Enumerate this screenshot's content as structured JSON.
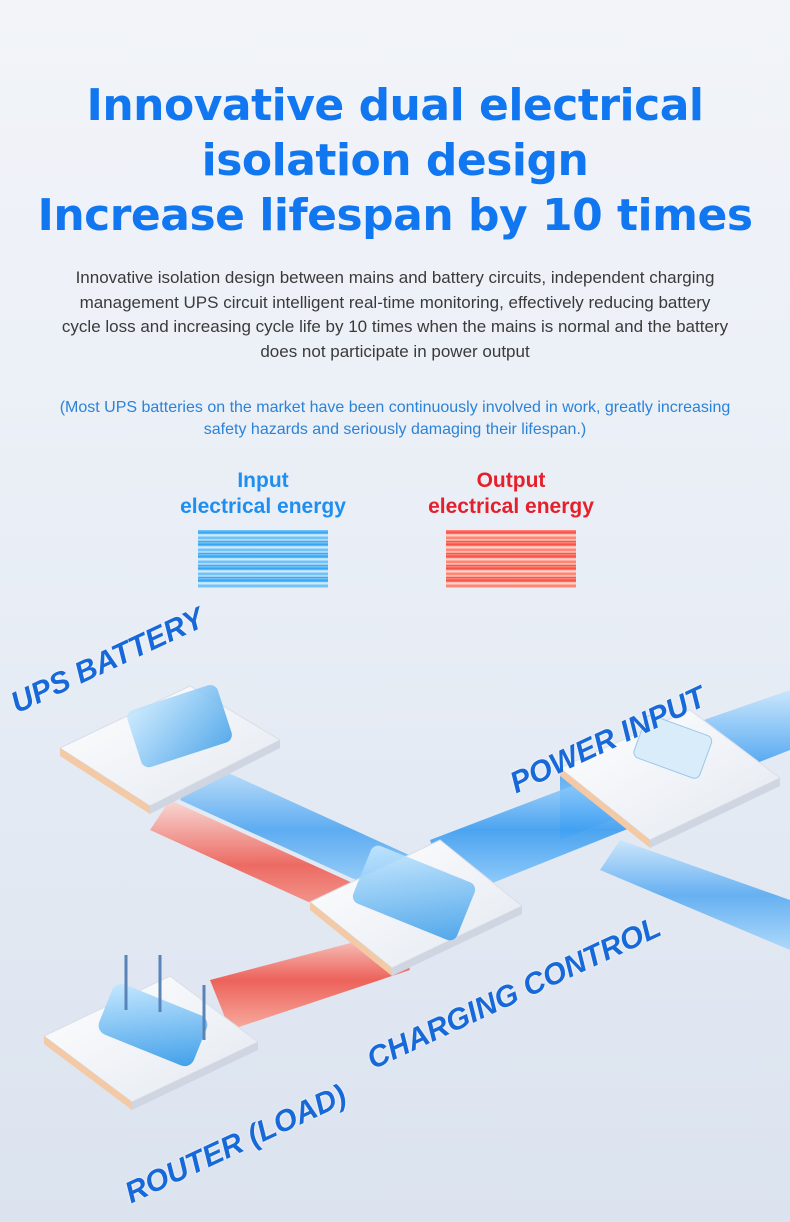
{
  "headline": {
    "line1": "Innovative dual electrical",
    "line2": "isolation design",
    "line3": "Increase lifespan by 10 times"
  },
  "description": "Innovative isolation design between mains and battery circuits, independent charging management UPS circuit intelligent real-time monitoring, effectively reducing battery cycle loss and increasing cycle life by 10 times when the mains is normal and the battery does not participate in power output",
  "note": "(Most UPS batteries on the market have been continuously involved in work, greatly increasing safety hazards and seriously damaging their lifespan.)",
  "legend": {
    "input": {
      "line1": "Input",
      "line2": "electrical energy",
      "color": "#1e8ff0"
    },
    "output": {
      "line1": "Output",
      "line2": "electrical energy",
      "color": "#e5202a"
    }
  },
  "diagram": {
    "ups_battery": "UPS BATTERY",
    "power_input": "POWER INPUT",
    "charging_control": "CHARGING CONTROL",
    "router": "ROUTER (LOAD)"
  },
  "colors": {
    "accent_blue": "#1177f0",
    "label_blue": "#1769d9",
    "output_red": "#e5202a"
  }
}
